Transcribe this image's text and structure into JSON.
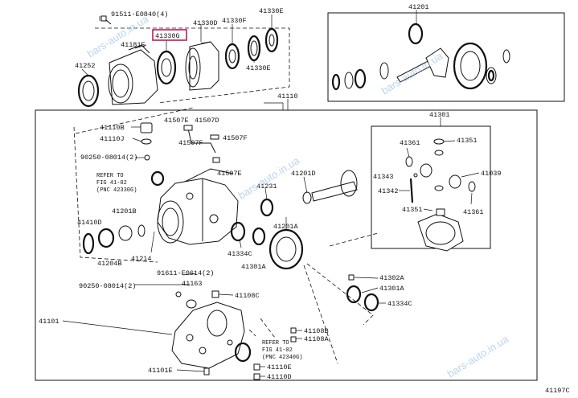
{
  "diagram_code": "41197C",
  "watermarks": [
    "bars-auto.in.ua",
    "bars-auto.in.ua",
    "bars-auto.in.ua",
    "bars-auto.in.ua"
  ],
  "highlight_color": "#c2185b",
  "labels": {
    "p91511": "91511-E0840(4)",
    "p41181e": "41181E",
    "p41330g": "41330G",
    "p41330d": "41330D",
    "p41330f": "41330F",
    "p41330e_top": "41330E",
    "p41330e_low": "41330E",
    "p41252": "41252",
    "p41201": "41201",
    "p41110": "41110",
    "p41301": "41301",
    "p41110b_a": "41110B",
    "p41110j": "41110J",
    "p41507e_a": "41507E",
    "p41507d": "41507D",
    "p41507f_a": "41507F",
    "p41507f_b": "41507F",
    "p41507e_b": "41507E",
    "p90250_a": "90250-08014(2)",
    "refer_a1": "REFER TO",
    "refer_a2": "FIG 41-02",
    "refer_a3": "(PNC 42330G)",
    "p41201d": "41201D",
    "p41231": "41231",
    "p41201a": "41201A",
    "p41334c_a": "41334C",
    "p41301a_a": "41301A",
    "p41410d": "41410D",
    "p41201b": "41201B",
    "p41204b": "41204B",
    "p41214": "41214",
    "p91611": "91611-E0614(2)",
    "p41163": "41163",
    "p90250_b": "90250-08014(2)",
    "p41108c": "41108C",
    "p41361_a": "41361",
    "p41351_a": "41351",
    "p41343": "41343",
    "p41039": "41039",
    "p41342": "41342",
    "p41351_b": "41351",
    "p41361_b": "41361",
    "p41302a": "41302A",
    "p41301a_b": "41301A",
    "p41334c_b": "41334C",
    "p41101": "41101",
    "p41108b": "41108B",
    "p41108a": "41108A",
    "refer_b1": "REFER TO",
    "refer_b2": "FIG 41-02",
    "refer_b3": "(PNC 42340G)",
    "p41101e": "41101E",
    "p41110e": "41110E",
    "p41110d": "41110D"
  }
}
